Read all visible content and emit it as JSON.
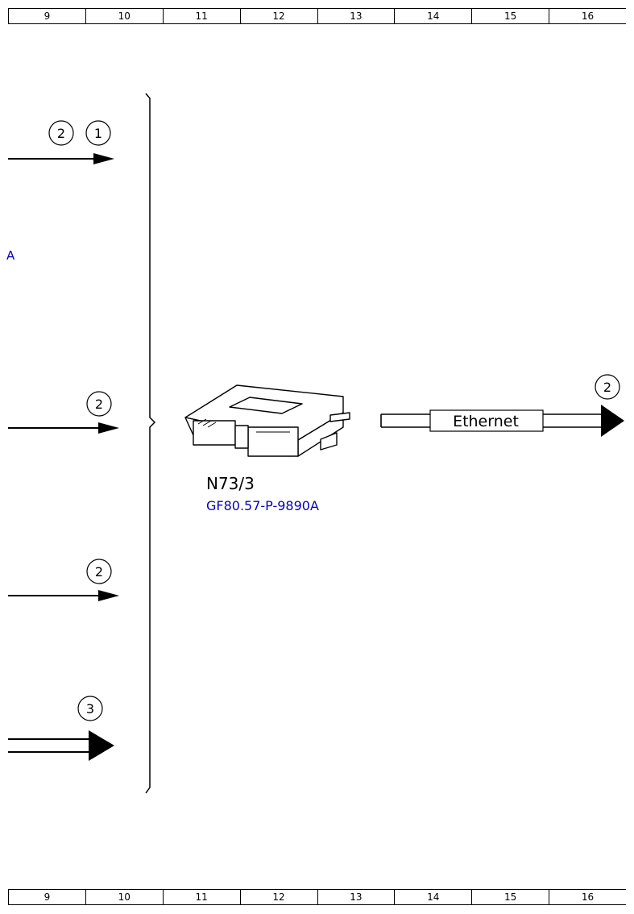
{
  "ruler_columns": [
    "9",
    "10",
    "11",
    "12",
    "13",
    "14",
    "15",
    "16"
  ],
  "refs": {
    "top_left": "2",
    "top_right": "1",
    "mid1": "2",
    "mid2": "2",
    "bus": "3",
    "ethernet_out": "2"
  },
  "left_partial_text": "A",
  "component": {
    "name": "N73/3",
    "doc_ref": "GF80.57-P-9890A"
  },
  "ethernet_label": "Ethernet",
  "colors": {
    "link": "#0000cc",
    "line": "#000000"
  }
}
